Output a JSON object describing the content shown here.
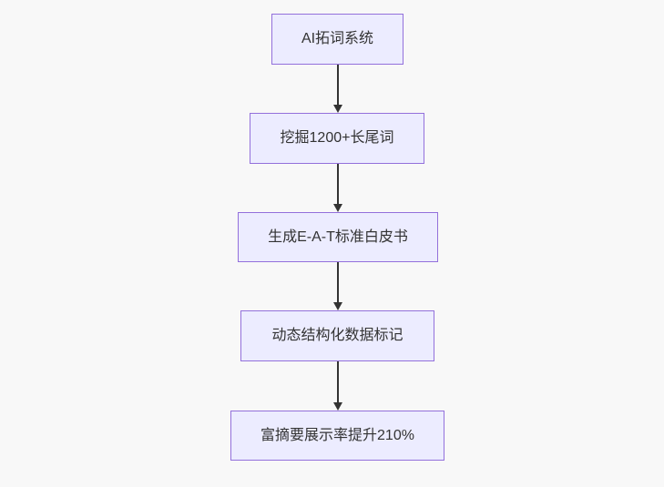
{
  "diagram": {
    "type": "flowchart",
    "direction": "top-down",
    "nodes": [
      {
        "label": "AI拓词系统"
      },
      {
        "label": "挖掘1200+长尾词"
      },
      {
        "label": "生成E-A-T标准白皮书"
      },
      {
        "label": "动态结构化数据标记"
      },
      {
        "label": "富摘要展示率提升210%"
      }
    ],
    "edges": [
      {
        "from": 0,
        "to": 1
      },
      {
        "from": 1,
        "to": 2
      },
      {
        "from": 2,
        "to": 3
      },
      {
        "from": 3,
        "to": 4
      }
    ],
    "colors": {
      "node_fill": "#ECECFF",
      "node_border": "#9370DB",
      "edge_line": "#333333",
      "text": "#333333",
      "background": "#f8f8f8"
    }
  }
}
